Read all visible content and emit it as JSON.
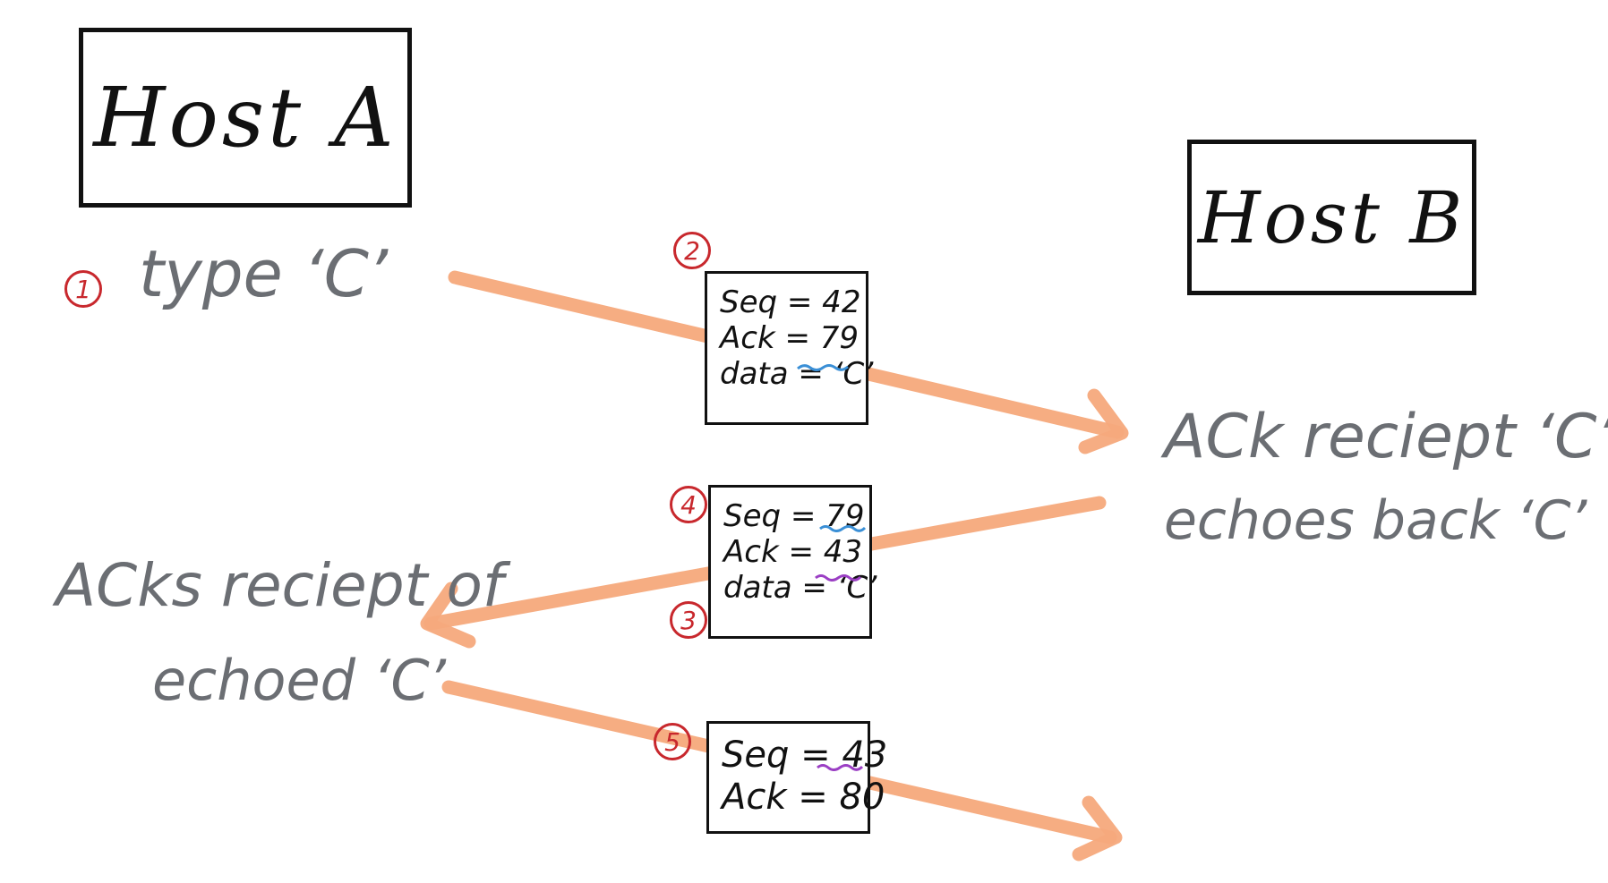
{
  "hosts": {
    "a": "Host A",
    "b": "Host B"
  },
  "notes": {
    "type_c": "type ‘C’",
    "ack_receipt_line1": "ACk reciept ‘C’",
    "ack_receipt_line2": "echoes back ‘C’",
    "acks_echo_line1": "ACks reciept of",
    "acks_echo_line2": "echoed ‘C’"
  },
  "steps": [
    "1",
    "2",
    "3",
    "4",
    "5"
  ],
  "segments": {
    "seg_2": {
      "seq": "Seq = 42",
      "ack": "Ack = 79",
      "data": "data = ‘C’"
    },
    "seg_4": {
      "seq": "Seq = 79",
      "ack": "Ack = 43",
      "data": "data = ‘C’"
    },
    "seg_5": {
      "seq": "Seq = 43",
      "ack": "Ack = 80"
    }
  },
  "colors": {
    "arrow": "#f6a97c",
    "note_text": "#6b6e73",
    "step_marker": "#c8282d",
    "underline_blue": "#3a8fd6",
    "underline_purple": "#9b3fc4"
  }
}
